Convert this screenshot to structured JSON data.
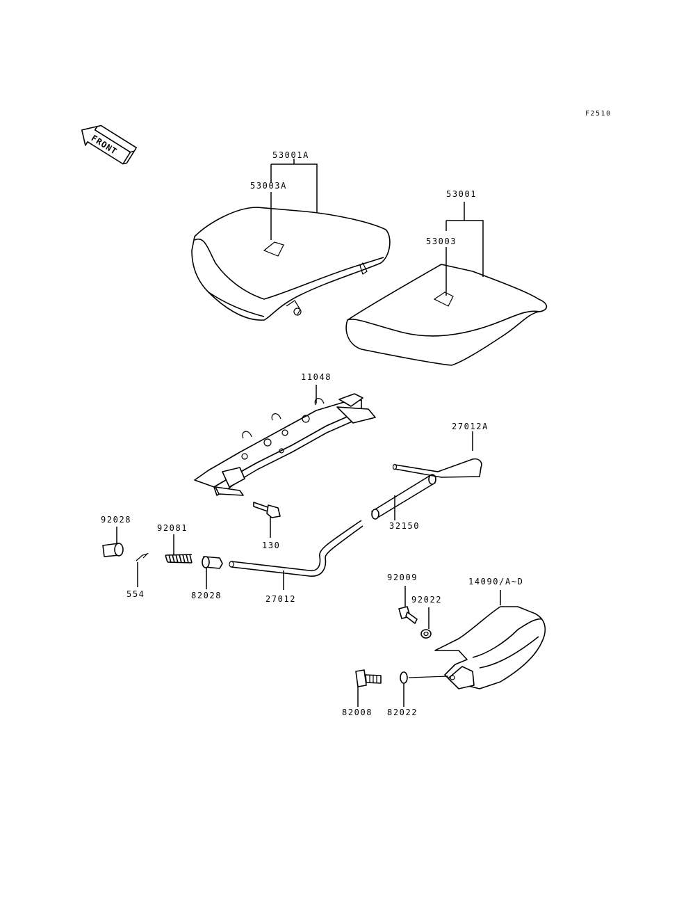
{
  "figure_code": "F2510",
  "front_arrow_label": "FRONT",
  "parts": {
    "p53001A": "53001A",
    "p53003A": "53003A",
    "p53001": "53001",
    "p53003": "53003",
    "p11048": "11048",
    "p27012A": "27012A",
    "p32150": "32150",
    "p130": "130",
    "p92028_a": "92028",
    "p92081": "92081",
    "p554": "554",
    "p82028": "82028",
    "p27012": "27012",
    "p92009": "92009",
    "p92022_a": "92022",
    "p14090": "14090/A~D",
    "p82008": "82008",
    "p82022": "82022"
  }
}
